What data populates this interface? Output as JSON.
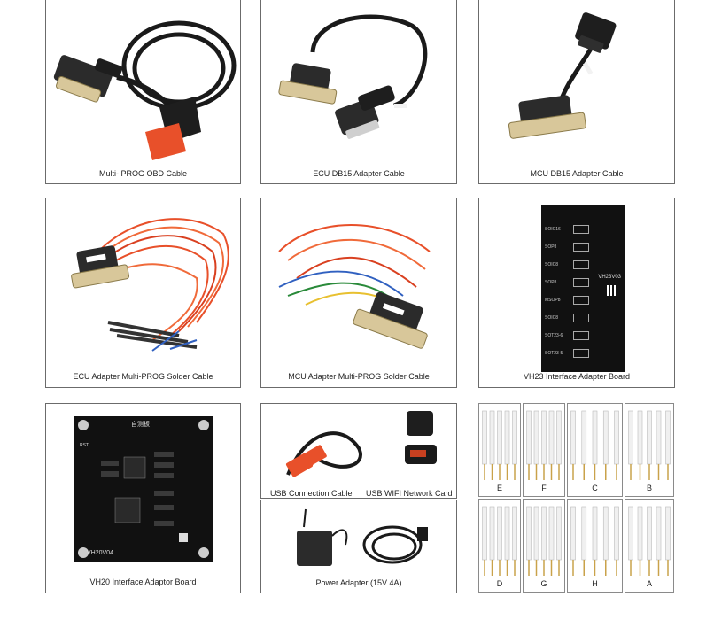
{
  "products": {
    "obd_cable": "Multi- PROG OBD Cable",
    "ecu_db15": "ECU DB15 Adapter Cable",
    "mcu_db15": "MCU DB15 Adapter Cable",
    "ecu_solder": "ECU Adapter Multi-PROG Solder Cable",
    "mcu_solder": "MCU Adapter Multi-PROG Solder Cable",
    "vh23": "VH23 Interface Adapter Board",
    "vh20": "VH20 Interface Adaptor Board",
    "usb_cable": "USB Connection Cable",
    "usb_wifi": "USB WIFI Network Card",
    "power": "Power Adapter (15V 4A)"
  },
  "board_text": {
    "vh23_code": "VH23V03",
    "vh20_code": "VH20V04",
    "vh20_title": "自测板",
    "vh20_rst": "RST",
    "vh23_labels": [
      "SOIC16",
      "SOP8",
      "SOIC8",
      "SOP8",
      "MSOP8",
      "SOIC8",
      "SOT23-6",
      "SOT23-5"
    ]
  },
  "pin_sets": [
    {
      "label": "E"
    },
    {
      "label": "F"
    },
    {
      "label": "C"
    },
    {
      "label": "B"
    },
    {
      "label": "D"
    },
    {
      "label": "G"
    },
    {
      "label": "H"
    },
    {
      "label": "A"
    }
  ],
  "colors": {
    "frame": "#6b6b6b",
    "cable_black": "#1a1a1a",
    "obd_orange": "#e8502a",
    "board_black": "#111111",
    "gold": "#c9a24a"
  }
}
